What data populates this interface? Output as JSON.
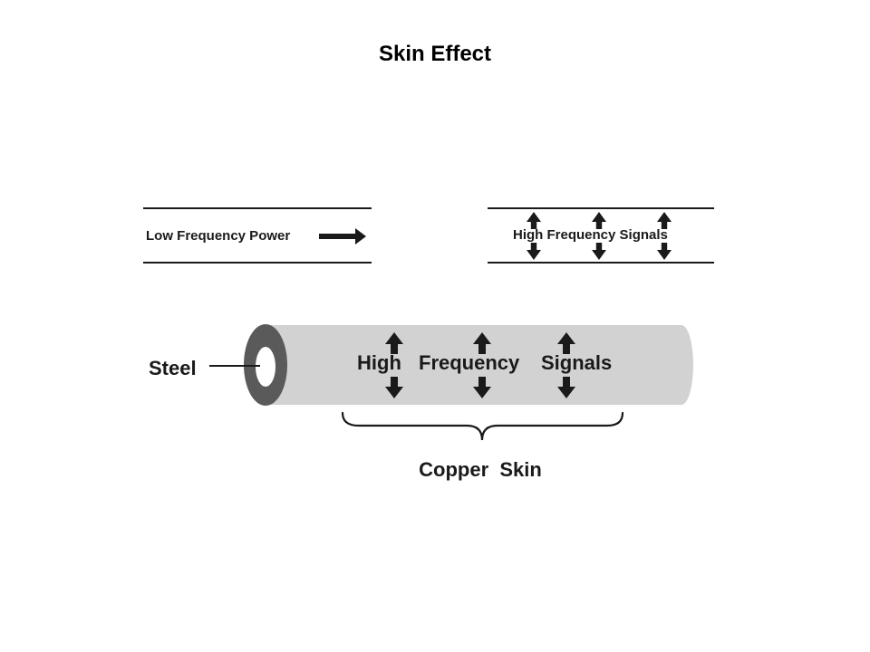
{
  "title": "Skin Effect",
  "labels": {
    "low_frequency_power": "Low Frequency Power",
    "high_frequency_signals_small": "High Frequency Signals",
    "steel": "Steel",
    "cable_high": "High",
    "cable_frequency": "Frequency",
    "cable_signals": "Signals",
    "copper_skin": "Copper  Skin"
  },
  "colors": {
    "line": "#1a1a1a",
    "cable_fill": "#d2d2d2",
    "steel_ring": "#5a5a5a",
    "core": "#ffffff"
  },
  "icons": [
    "right-arrow-icon",
    "up-arrow-icon",
    "down-arrow-icon",
    "brace-icon"
  ]
}
